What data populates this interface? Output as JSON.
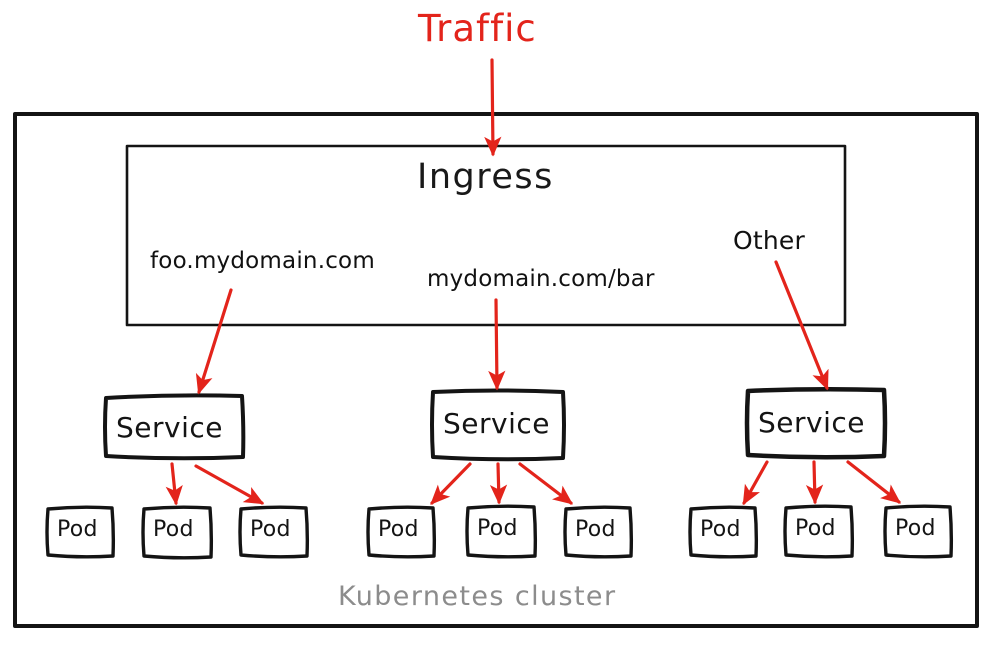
{
  "diagram": {
    "title": "Kubernetes Ingress traffic routing",
    "style": "hand-drawn whiteboard sketch",
    "background_color": "#ffffff",
    "ink_color": "#141414",
    "accent_color": "#e3241b",
    "muted_color": "#8c8c8c"
  },
  "labels": {
    "traffic": "Traffic",
    "ingress": "Ingress",
    "cluster": "Kubernetes cluster"
  },
  "routes": [
    {
      "id": "route-host-foo",
      "text": "foo.mydomain.com"
    },
    {
      "id": "route-path-bar",
      "text": "mydomain.com/bar"
    },
    {
      "id": "route-other",
      "text": "Other"
    }
  ],
  "services": [
    {
      "id": "service-left",
      "label": "Service",
      "route": "foo.mydomain.com",
      "pods": [
        {
          "label": "Pod",
          "has_arrow": false
        },
        {
          "label": "Pod",
          "has_arrow": true
        },
        {
          "label": "Pod",
          "has_arrow": true
        }
      ]
    },
    {
      "id": "service-middle",
      "label": "Service",
      "route": "mydomain.com/bar",
      "pods": [
        {
          "label": "Pod",
          "has_arrow": true
        },
        {
          "label": "Pod",
          "has_arrow": true
        },
        {
          "label": "Pod",
          "has_arrow": true
        }
      ]
    },
    {
      "id": "service-right",
      "label": "Service",
      "route": "Other",
      "pods": [
        {
          "label": "Pod",
          "has_arrow": true
        },
        {
          "label": "Pod",
          "has_arrow": true
        },
        {
          "label": "Pod",
          "has_arrow": true
        }
      ]
    }
  ],
  "arrows": {
    "traffic_to_ingress": "Traffic enters the cluster through the Ingress",
    "ingress_to_services": "Ingress routes by host or path to each Service",
    "service_to_pods": "Each Service load-balances across its Pods"
  }
}
